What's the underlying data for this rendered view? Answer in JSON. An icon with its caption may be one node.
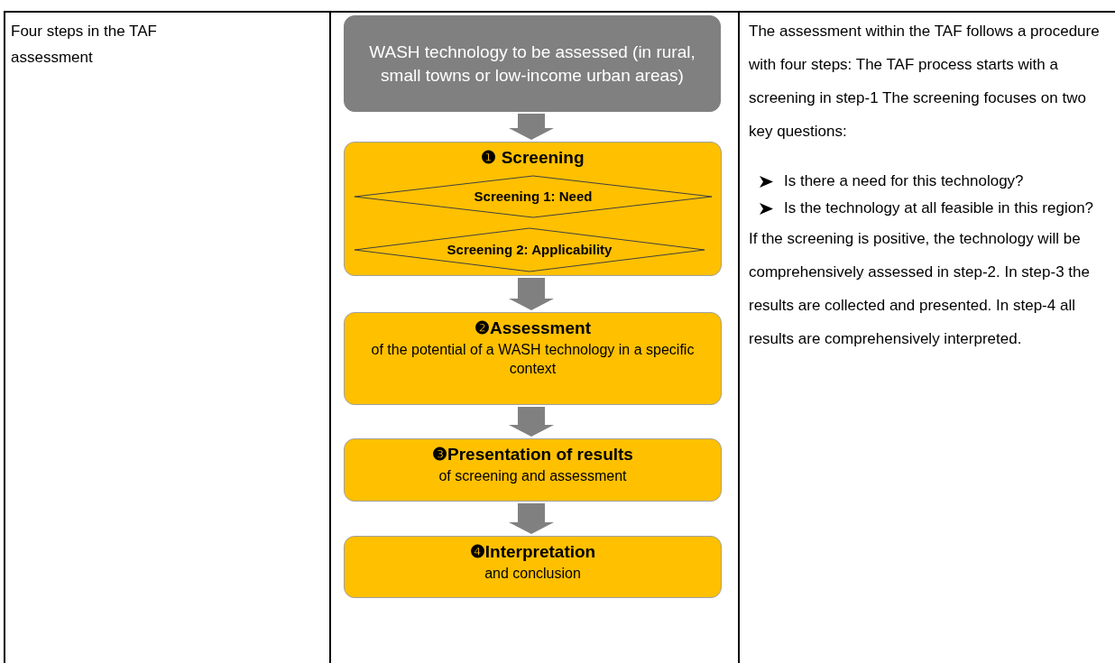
{
  "diagram": {
    "nodes": [
      {
        "text": [
          "WASH technology to be assessed (in rural, small towns or low-income urban areas)"
        ]
      },
      {
        "text": [
          "❶ Screening"
        ]
      },
      {
        "text": [
          "Screening 1:  Need"
        ],
        "in": 1
      },
      {
        "text": [
          "Screening 2: Applicability"
        ],
        "in": 1
      },
      {
        "text": [
          "❷Assessment",
          "of the potential of a WASH technology in a specific context"
        ]
      },
      {
        "text": [
          "❸Presentation of results",
          "of screening and assessment"
        ]
      },
      {
        "text": [
          "❹Interpretation",
          "and conclusion"
        ]
      }
    ],
    "edges": [
      {
        "from": 0,
        "to": 1,
        "arrow": "to"
      },
      {
        "from": 1,
        "to": 4,
        "arrow": "to"
      },
      {
        "from": 4,
        "to": 5,
        "arrow": "to"
      },
      {
        "from": 5,
        "to": 6,
        "arrow": "to"
      }
    ],
    "labels": [
      "Four steps in the TAF assessment",
      "The assessment within the TAF follows a procedure with four steps:  The TAF process starts with a screening in step-1 The screening focuses on two key questions:",
      "Is there a need for this technology?",
      "Is the technology at all feasible in this region?",
      "If the screening is positive, the technology will be comprehensively assessed in step-2.  In step-3 the results are collected and presented.  In step-4 all results are comprehensively interpreted."
    ]
  }
}
